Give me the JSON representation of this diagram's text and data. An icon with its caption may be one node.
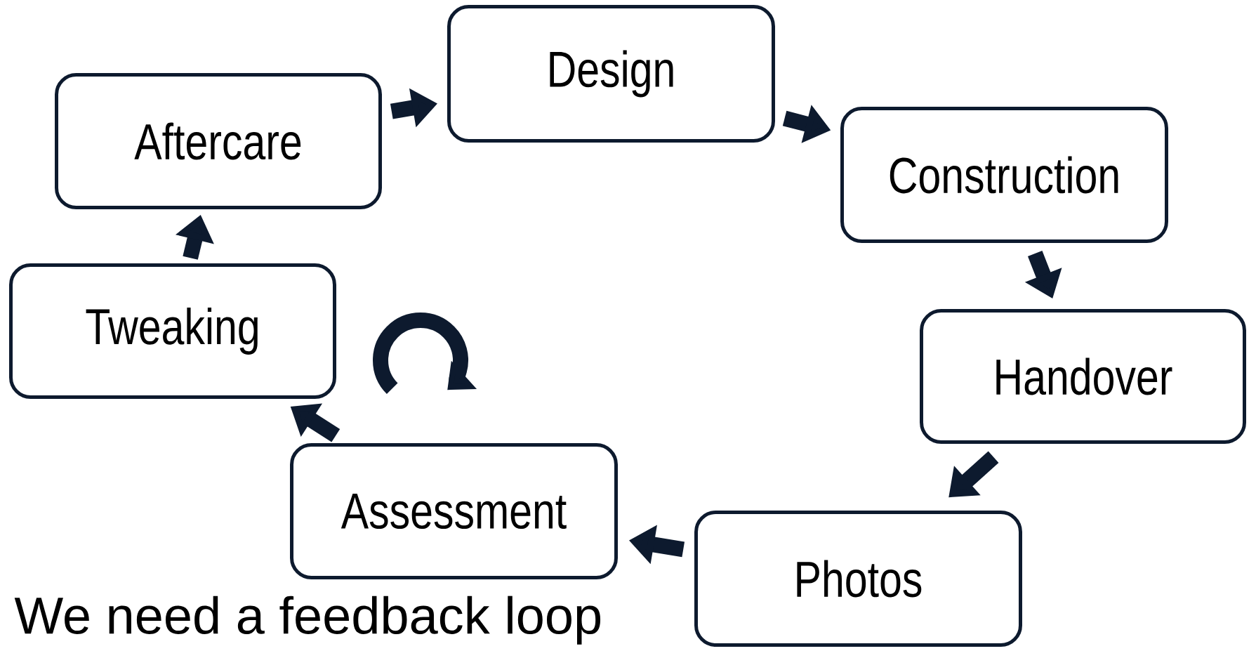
{
  "diagram": {
    "nodes": [
      {
        "text": [
          "Design"
        ]
      },
      {
        "text": [
          "Construction"
        ]
      },
      {
        "text": [
          "Handover"
        ]
      },
      {
        "text": [
          "Photos"
        ]
      },
      {
        "text": [
          "Assessment"
        ]
      },
      {
        "text": [
          "Tweaking"
        ]
      },
      {
        "text": [
          "Aftercare"
        ]
      }
    ],
    "edges": [
      {
        "from": 0,
        "to": 1,
        "arrow": "to"
      },
      {
        "from": 1,
        "to": 2,
        "arrow": "to"
      },
      {
        "from": 2,
        "to": 3,
        "arrow": "to"
      },
      {
        "from": 3,
        "to": 4,
        "arrow": "to"
      },
      {
        "from": 4,
        "to": 5,
        "arrow": "to"
      },
      {
        "from": 5,
        "to": 6,
        "arrow": "to"
      },
      {
        "from": 6,
        "to": 0,
        "arrow": "to"
      }
    ],
    "labels": [
      "We need a feedback loop"
    ]
  }
}
